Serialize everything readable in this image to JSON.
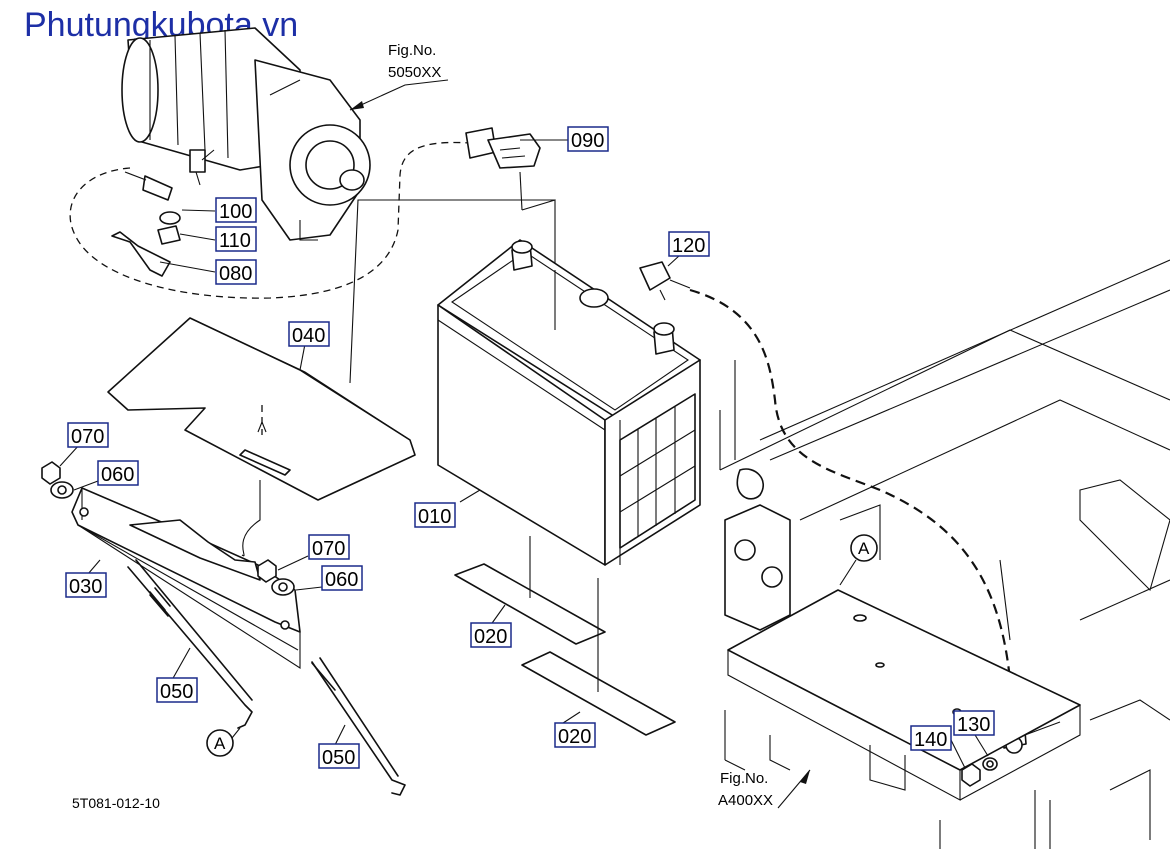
{
  "watermark": "Phutungkubota.vn",
  "drawing_code": "5T081-012-10",
  "fig_refs": [
    {
      "label": "Fig.No.",
      "number": "5050XX"
    },
    {
      "label": "Fig.No.",
      "number": "A400XX"
    }
  ],
  "circle_marker": "A",
  "callouts": {
    "p010": "010",
    "p020a": "020",
    "p020b": "020",
    "p030": "030",
    "p040": "040",
    "p050a": "050",
    "p050b": "050",
    "p060a": "060",
    "p060b": "060",
    "p070a": "070",
    "p070b": "070",
    "p080": "080",
    "p090": "090",
    "p100": "100",
    "p110": "110",
    "p120": "120",
    "p130": "130",
    "p140": "140"
  },
  "colors": {
    "watermark": "#1d2fa6",
    "callout_border": "#1a2a8a",
    "line": "#111111"
  }
}
